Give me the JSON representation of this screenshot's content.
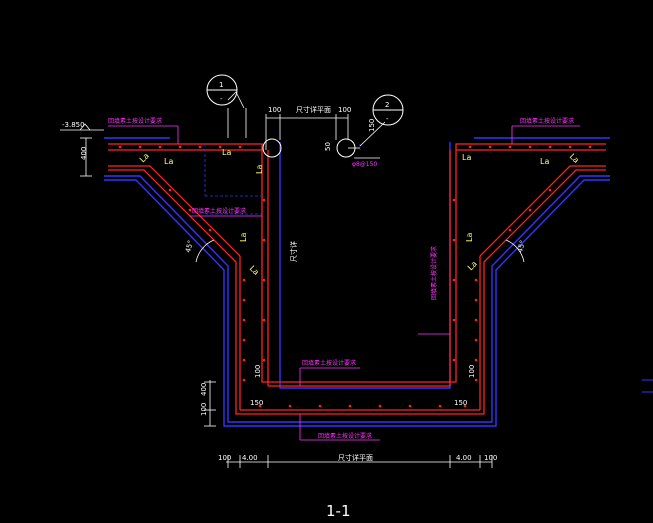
{
  "title": "1-1",
  "elevation": "-3.850",
  "labels": {
    "la": "La",
    "rebar": "φ8@150",
    "callout_1": "1",
    "callout_2": "2",
    "dash": "-",
    "angle_45": "45°",
    "dim_400": "400",
    "dim_100": "100",
    "dim_150": "150",
    "dim_50": "50",
    "dim_4_00": "4.00",
    "dim_400_bottom": "400",
    "dim_100_bottom": "100",
    "span_top": "尺寸详平面",
    "span_bottom": "尺寸详平面",
    "vertical_text": "尺寸详",
    "note_left_top": "回填素土按设计要求",
    "note_right_top": "回填素土按设计要求",
    "note_left_slope": "回填素土按设计要求",
    "note_inside": "回填素土按设计要求",
    "note_bottom_inner": "回填素土按设计要求",
    "note_bottom": "回填素土按设计要求"
  },
  "colors": {
    "concrete": "#ff2222",
    "outline": "#3333ff",
    "dimension": "#ffffff",
    "note": "#ff33ff",
    "text": "#ffff66",
    "guide": "#00cccc"
  }
}
